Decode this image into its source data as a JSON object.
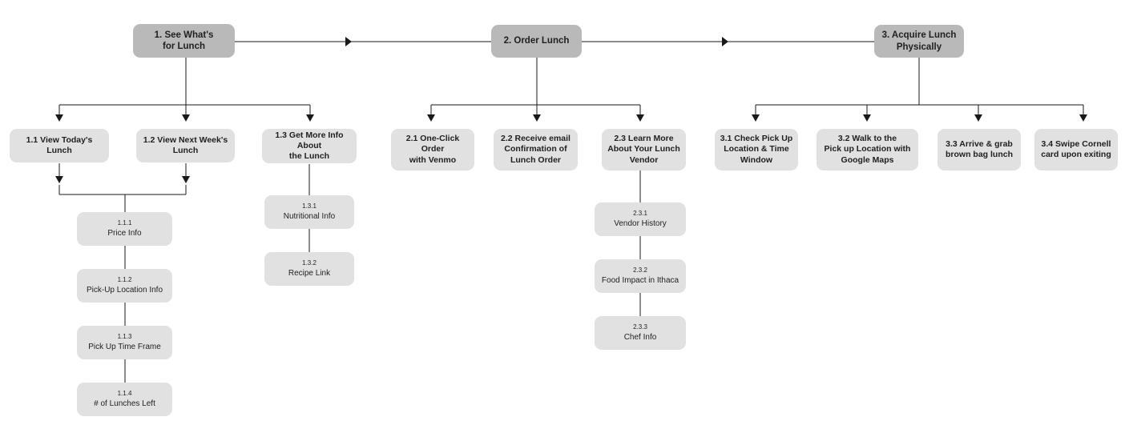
{
  "colors": {
    "level1_fill": "#b9b9b9",
    "level2_fill": "#e1e1e1",
    "level3_fill": "#e1e1e1",
    "line": "#1a1a1a"
  },
  "nodes": {
    "n1": {
      "label": "1. See What's\nfor Lunch"
    },
    "n2": {
      "label": "2. Order Lunch"
    },
    "n3": {
      "label": "3. Acquire Lunch\nPhysically"
    },
    "n11": {
      "label": "1.1 View Today's Lunch"
    },
    "n12": {
      "label": "1.2 View Next Week's\nLunch"
    },
    "n13": {
      "label": "1.3 Get More Info About\nthe Lunch"
    },
    "n21": {
      "label": "2.1 One-Click Order\nwith Venmo"
    },
    "n22": {
      "label": "2.2 Receive email\nConfirmation of\nLunch Order"
    },
    "n23": {
      "label": "2.3 Learn More\nAbout Your Lunch\nVendor"
    },
    "n31": {
      "label": "3.1 Check Pick Up\nLocation & Time\nWindow"
    },
    "n32": {
      "label": "3.2 Walk to the\nPick up Location with\nGoogle Maps"
    },
    "n33": {
      "label": "3.3 Arrive & grab\nbrown bag lunch"
    },
    "n34": {
      "label": "3.4 Swipe Cornell\ncard upon exiting"
    },
    "n111": {
      "num": "1.1.1",
      "label": "Price Info"
    },
    "n112": {
      "num": "1.1.2",
      "label": "Pick-Up Location Info"
    },
    "n113": {
      "num": "1.1.3",
      "label": "Pick Up Time Frame"
    },
    "n114": {
      "num": "1.1.4",
      "label": "# of Lunches Left"
    },
    "n131": {
      "num": "1.3.1",
      "label": "Nutritional Info"
    },
    "n132": {
      "num": "1.3.2",
      "label": "Recipe Link"
    },
    "n231": {
      "num": "2.3.1",
      "label": "Vendor History"
    },
    "n232": {
      "num": "2.3.2",
      "label": "Food Impact in Ithaca"
    },
    "n233": {
      "num": "2.3.3",
      "label": "Chef Info"
    }
  }
}
